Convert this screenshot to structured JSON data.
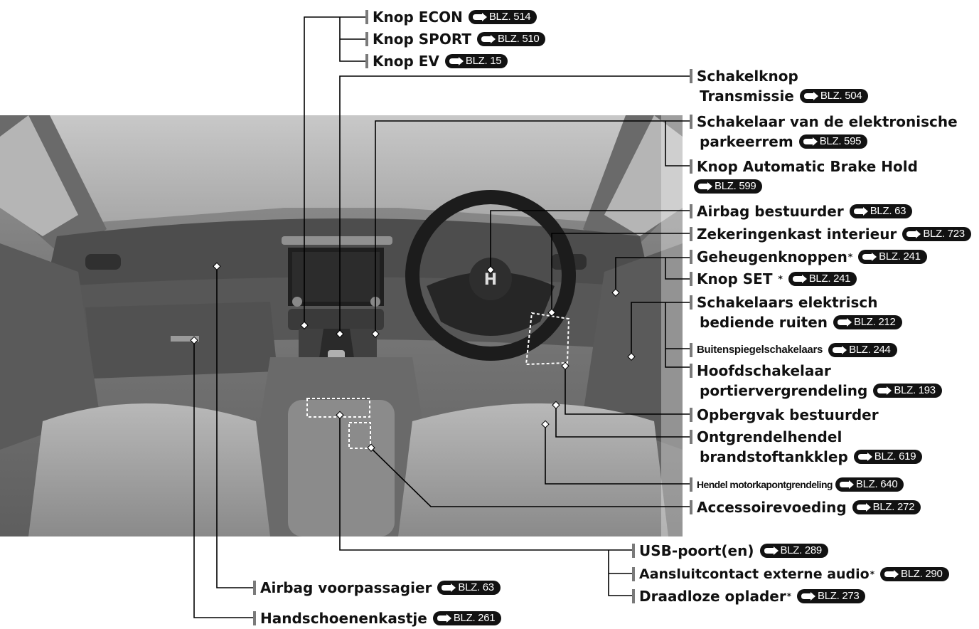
{
  "labels": {
    "econ": {
      "text": "Knop ECON",
      "ref": "BLZ. 514"
    },
    "sport": {
      "text": "Knop SPORT",
      "ref": "BLZ. 510"
    },
    "ev": {
      "text": "Knop EV",
      "ref": "BLZ. 15"
    },
    "shift": {
      "line1": "Schakelknop",
      "line2": "Transmissie",
      "ref": "BLZ. 504"
    },
    "epb": {
      "line1": "Schakelaar van de elektronische",
      "line2": "parkeerrem",
      "ref": "BLZ. 595"
    },
    "abh": {
      "line1": "Knop Automatic Brake Hold",
      "ref": "BLZ. 599"
    },
    "airbag_driver": {
      "text": "Airbag bestuurder",
      "ref": "BLZ. 63"
    },
    "fusebox": {
      "text": "Zekeringenkast interieur",
      "ref": "BLZ. 723"
    },
    "memory": {
      "text": "Geheugenknoppen",
      "mark": "*",
      "ref": "BLZ. 241"
    },
    "set": {
      "text": "Knop SET ",
      "mark": "*",
      "ref": "BLZ. 241"
    },
    "windows": {
      "line1": "Schakelaars elektrisch",
      "line2": "bediende ruiten",
      "ref": "BLZ. 212"
    },
    "mirrors": {
      "text": "Buitenspiegelschakelaars",
      "ref": "BLZ. 244"
    },
    "doorlock": {
      "line1": "Hoofdschakelaar",
      "line2": "portiervergrendeling",
      "ref": "BLZ. 193"
    },
    "pocket": {
      "text": "Opbergvak bestuurder"
    },
    "fuel": {
      "line1": "Ontgrendelhendel",
      "line2": "brandstoftankklep",
      "ref": "BLZ. 619"
    },
    "hood": {
      "text": "Hendel motorkapontgrendeling",
      "ref": "BLZ. 640"
    },
    "accessory": {
      "text": "Accessoirevoeding",
      "ref": "BLZ. 272"
    },
    "usb": {
      "text": "USB-poort(en)",
      "ref": "BLZ. 289"
    },
    "aux": {
      "text": "Aansluitcontact externe audio",
      "mark": "*",
      "ref": "BLZ. 290"
    },
    "charger": {
      "text": "Draadloze oplader",
      "mark": "*",
      "ref": "BLZ. 273"
    },
    "airbag_pass": {
      "text": "Airbag voorpassagier",
      "ref": "BLZ. 63"
    },
    "glovebox": {
      "text": "Handschoenenkastje",
      "ref": "BLZ. 261"
    }
  },
  "icons": {
    "ref_arrow": "arrow-right-icon",
    "honda_logo": "honda-logo-icon"
  }
}
